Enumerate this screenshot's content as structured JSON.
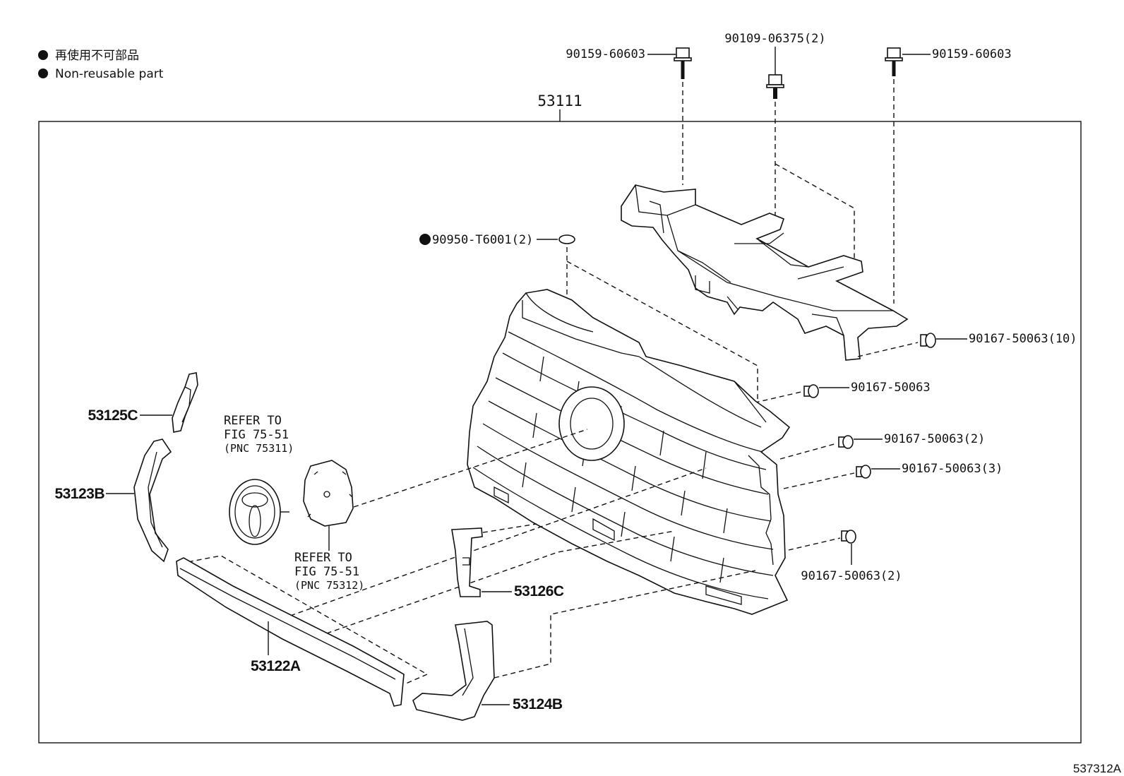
{
  "legend": {
    "jp": "再使用不可部品",
    "en": "Non-reusable part"
  },
  "frame_label": "53111",
  "bolts": {
    "top_left": "90159-60603",
    "top_center": "90109-06375(2)",
    "top_right": "90159-60603"
  },
  "clips": {
    "c10": "90167-50063(10)",
    "c1": "90167-50063",
    "c2a": "90167-50063(2)",
    "c3": "90167-50063(3)",
    "c2b": "90167-50063(2)"
  },
  "seal": "90950-T6001(2)",
  "parts": {
    "p53125c": "53125C",
    "p53123b": "53123B",
    "p53122a": "53122A",
    "p53124b": "53124B",
    "p53126c": "53126C"
  },
  "refer1": {
    "line1": "REFER TO",
    "line2": "FIG 75-51",
    "line3": "(PNC 75311)"
  },
  "refer2": {
    "line1": "REFER TO",
    "line2": "FIG 75-51",
    "line3": "(PNC 75312)"
  },
  "footer_code": "537312A"
}
